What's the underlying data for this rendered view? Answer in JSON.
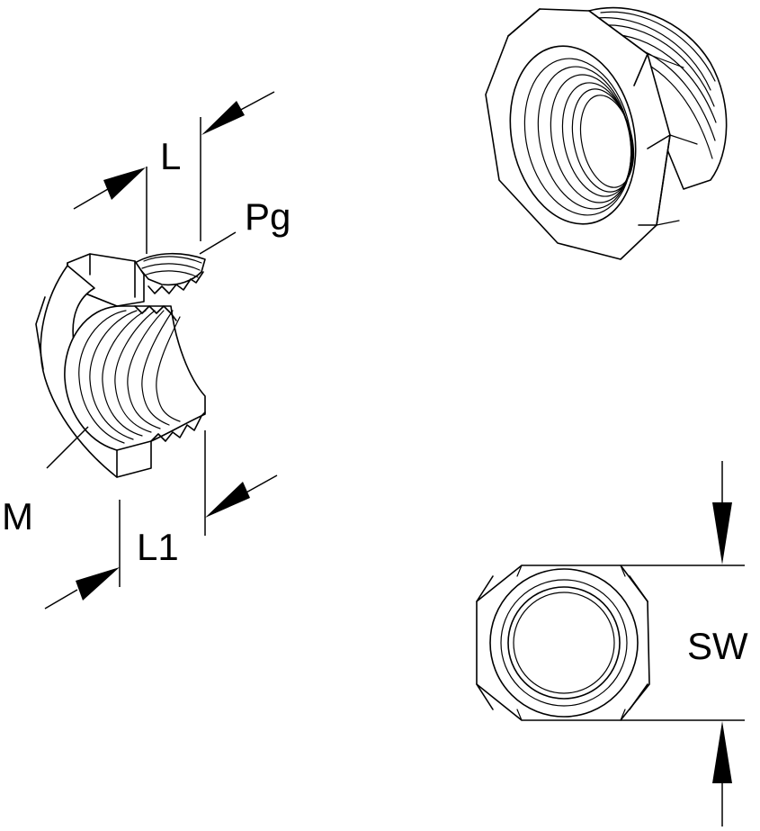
{
  "labels": {
    "L": "L",
    "Pg": "Pg",
    "M": "M",
    "L1": "L1",
    "SW": "SW"
  }
}
